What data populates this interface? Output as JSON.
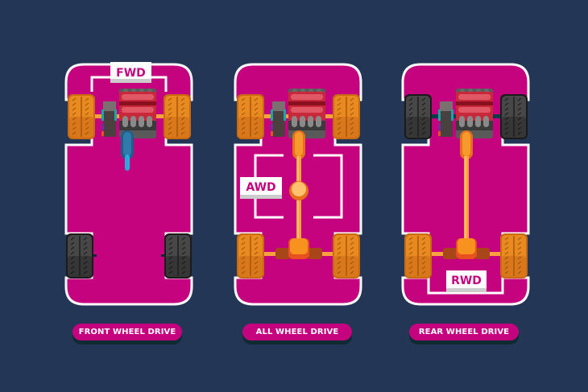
{
  "colors": {
    "background": "#233656",
    "chassis": "#c5037e",
    "outline": "#ffffff",
    "tire_driven": "#e88a1f",
    "tire_idle": "#3d3d3d",
    "shaft": "#f7a23e",
    "engine": "#c8283a",
    "label_text": "#c5037e"
  },
  "diagrams": [
    {
      "id": "fwd",
      "badge": "FWD",
      "caption": "FRONT WHEEL DRIVE",
      "driven_wheels": "front"
    },
    {
      "id": "awd",
      "badge": "AWD",
      "caption": "ALL WHEEL DRIVE",
      "driven_wheels": "all"
    },
    {
      "id": "rwd",
      "badge": "RWD",
      "caption": "REAR WHEEL DRIVE",
      "driven_wheels": "rear"
    }
  ]
}
